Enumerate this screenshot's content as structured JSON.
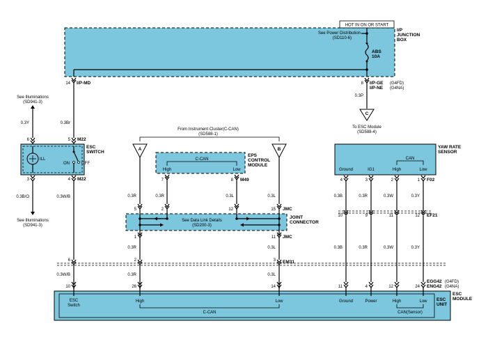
{
  "hot_label": "HOT IN ON OR START",
  "junction_box": {
    "name": "I/P JUNCTION BOX",
    "see_power": "See Power Distribution",
    "see_power_ref": "(SD110-6)",
    "fuse": "ABS",
    "fuse_amp": "10A",
    "pin_left": "14",
    "conn_left": "I/P-MD",
    "pin_right": "8",
    "conn_right_1": "I/P-GE",
    "conn_right_1_note": "(G4FD)",
    "conn_right_2": "I/P-NE",
    "conn_right_2_note": "(G4NA)"
  },
  "esc_module_ref": {
    "wire": "0.3P",
    "letter": "C",
    "text": "To ESC Module",
    "ref": "(SD588-4)"
  },
  "illumination_top": {
    "text": "See Illuminations",
    "ref": "(SD941-3)",
    "wire": "0.3Y"
  },
  "illumination_bottom": {
    "text": "See Illuminations",
    "ref": "(SD941-3)",
    "wire": "0.3B/O"
  },
  "esc_switch": {
    "name": "ESC SWITCH",
    "ill": "ILL",
    "on": "ON",
    "off": "OFF",
    "connector": "M22",
    "connector_bottom": "M22",
    "pin_tl": "6",
    "pin_tr": "5",
    "pin_bl": "3",
    "pin_br": "4",
    "wire_top": "0.3Br",
    "wire_bottom": "0.3W/B"
  },
  "instrument_cluster": {
    "text": "From Instrument Cluster(C-CAN)",
    "ref": "(SD588-1)",
    "letter_a": "A",
    "letter_b": "B"
  },
  "eps_module": {
    "name": "EPS CONTROL MODULE",
    "can": "C-CAN",
    "high": "High",
    "low": "Low",
    "pin_high": "7",
    "pin_low": "8",
    "connector": "M49"
  },
  "joint_connector": {
    "name": "JOINT CONNECTOR",
    "detail": "See Data Link Details",
    "detail_ref": "(SD200-3)",
    "top_pins": [
      "5",
      "2",
      "12",
      "15"
    ],
    "bottom_pins": [
      "1",
      "11"
    ],
    "conn_top": "JMC",
    "conn_bottom": "JMC"
  },
  "wires": {
    "r": "0.3R",
    "l": "0.3L",
    "b": "0.3B",
    "w": "0.3W",
    "y": "0.3Y",
    "wb": "0.3W/B"
  },
  "em31": {
    "connector": "EM31",
    "pins": [
      "6",
      "2",
      "3"
    ]
  },
  "yaw_sensor": {
    "name": "YAW RATE SENSOR",
    "can": "CAN",
    "labels": [
      "Ground",
      "IG1",
      "High",
      "Low"
    ],
    "pins": [
      "4",
      "3",
      "2",
      "1"
    ],
    "connector": "F02"
  },
  "ef21": {
    "connector": "EF21",
    "pins": [
      "10",
      "9",
      "11",
      "12"
    ]
  },
  "esc_unit": {
    "name": "ESC MODULE",
    "unit": "ESC UNIT",
    "esc_switch": "ESC",
    "esc_switch_2": "Switch",
    "high": "High",
    "low": "Low",
    "c_can": "C-CAN",
    "ground": "Ground",
    "power": "Power",
    "high2": "High",
    "low2": "Low",
    "can_sensor": "CAN(Sensor)",
    "pins_left": [
      "10",
      "26",
      "14"
    ],
    "pins_right": [
      "11",
      "4",
      "12",
      "24"
    ],
    "conn_1": "EGG42",
    "conn_1_note": "(G4FD)",
    "conn_2": "ENG42",
    "conn_2_note": "(G4NA)"
  },
  "colors": {
    "box": "#7cc6de",
    "line": "#000000"
  }
}
